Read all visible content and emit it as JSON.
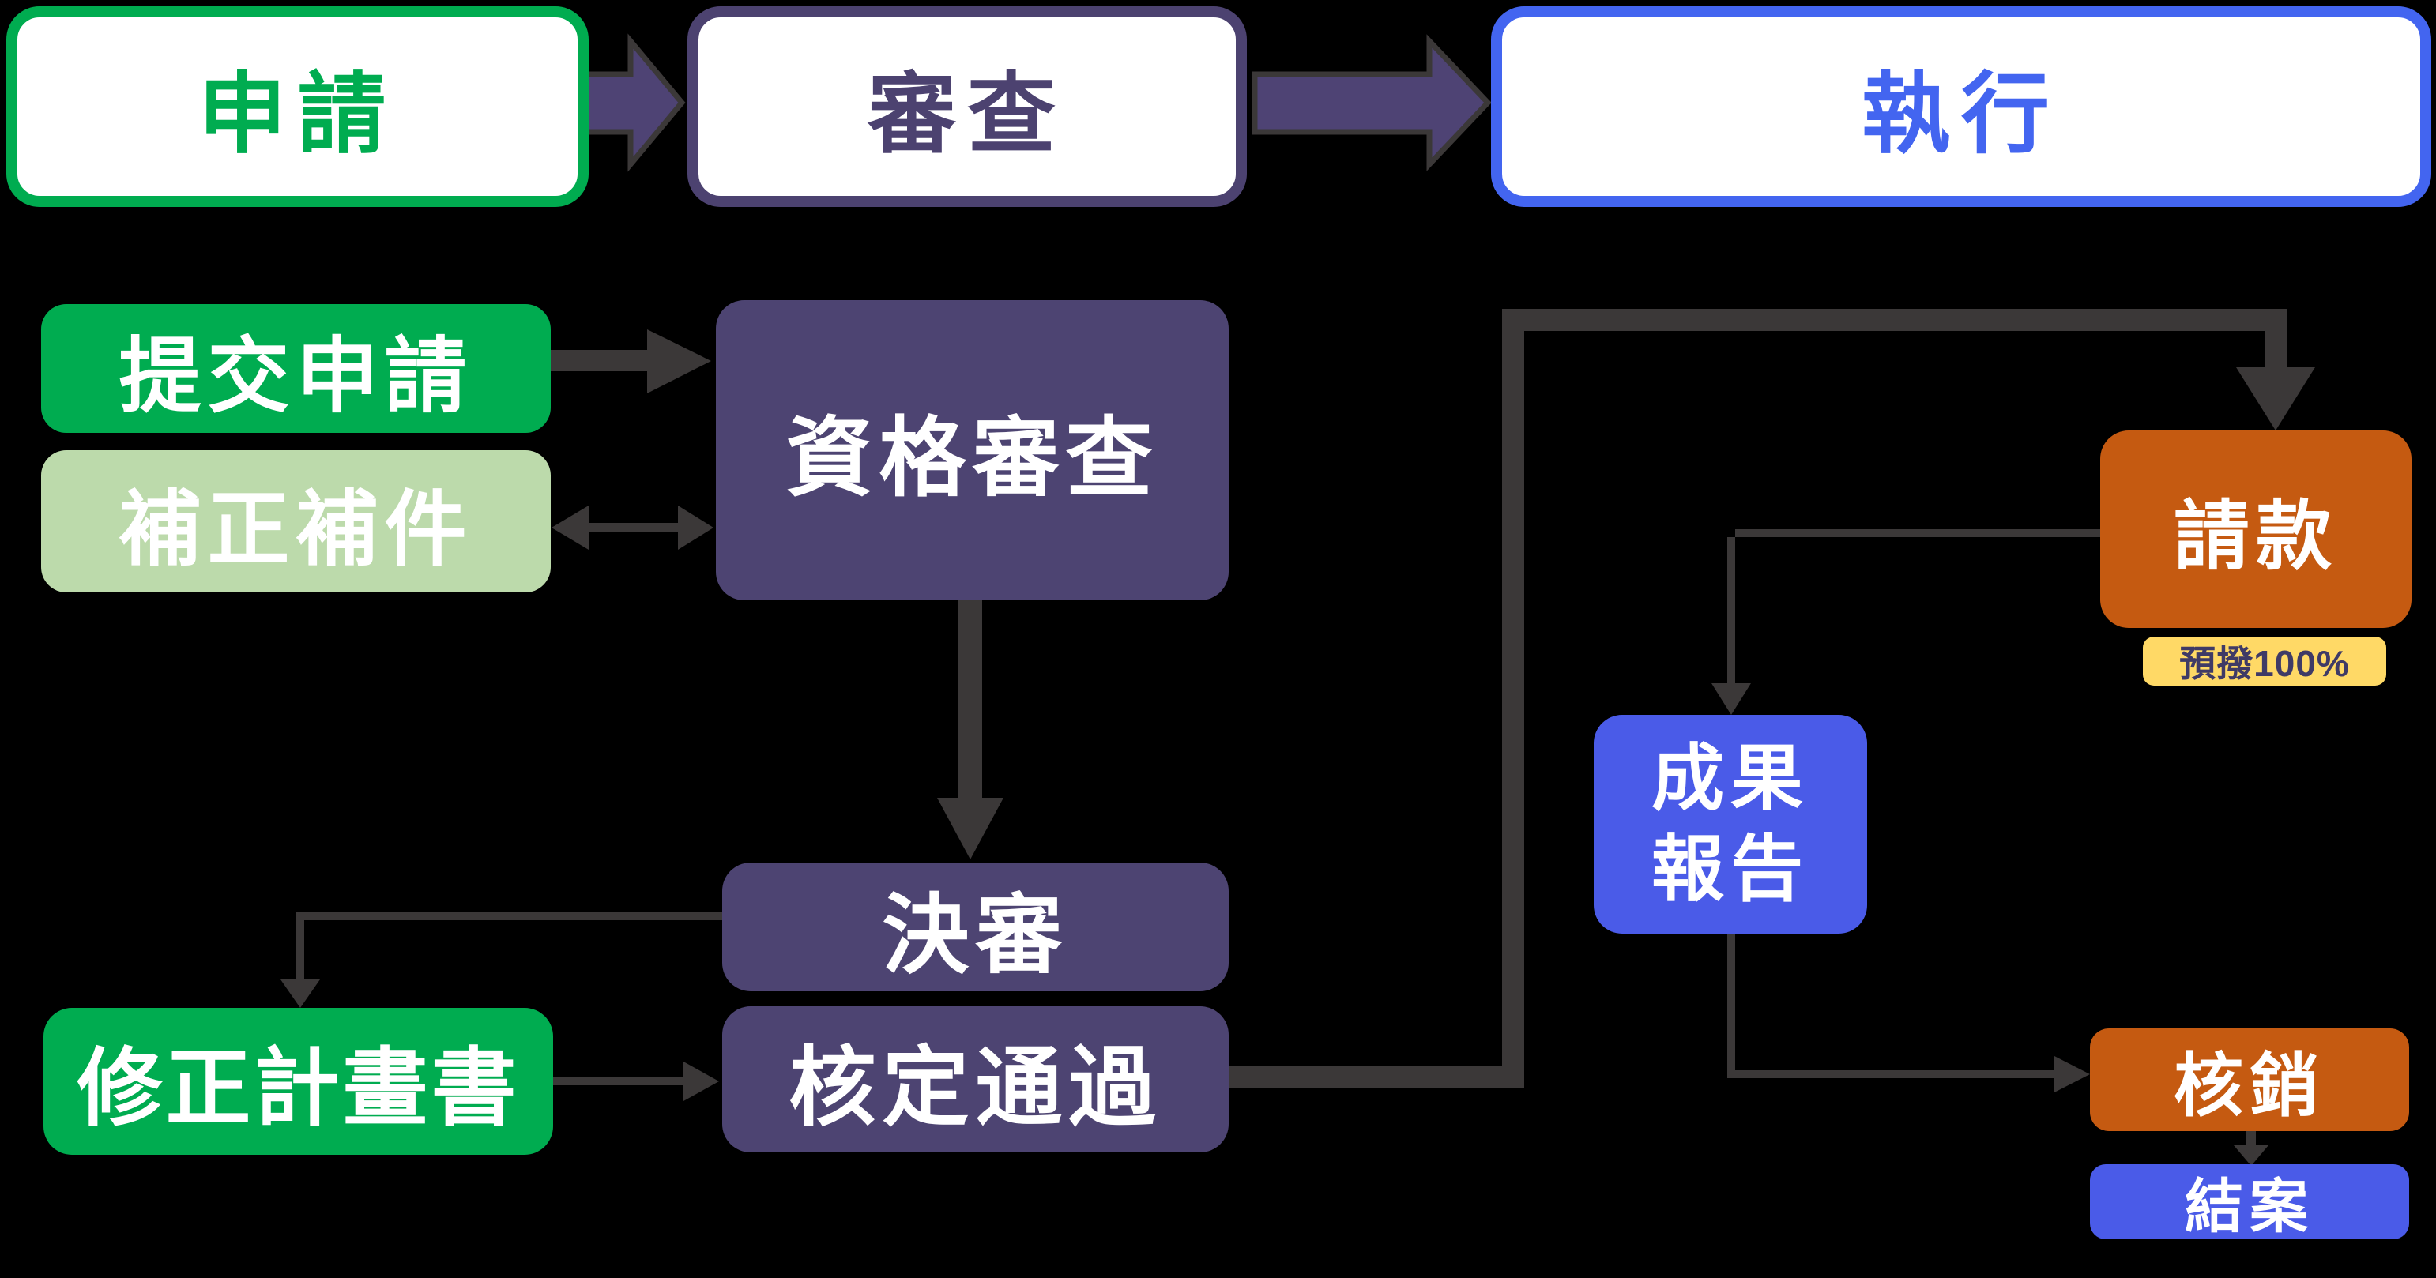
{
  "diagram": {
    "background": "#000000",
    "colors": {
      "green": "#00AC50",
      "light_green": "#BCDAAB",
      "purple": "#4D4472",
      "purple_arrow_fill": "#4E4374",
      "blue_header": "#4365F0",
      "blue_box": "#4A5BE8",
      "orange": "#C55A11",
      "yellow": "#FFD966",
      "yellow_label_text": "#3F3A66",
      "connector_dark": "#3B3838",
      "box_text": "#FFFFFF"
    },
    "headers": {
      "apply": {
        "label": "申請"
      },
      "review": {
        "label": "審查"
      },
      "execute": {
        "label": "執行"
      }
    },
    "boxes": {
      "submit": {
        "label": "提交申請"
      },
      "supplement": {
        "label": "補正補件"
      },
      "qualify": {
        "label": "資格審查"
      },
      "final": {
        "label": "決審"
      },
      "approve": {
        "label": "核定通過"
      },
      "revise": {
        "label": "修正計畫書"
      },
      "payment": {
        "label": "請款"
      },
      "advance": {
        "label": "預撥100%"
      },
      "report": {
        "line1": "成果",
        "line2": "報告"
      },
      "writeoff": {
        "label": "核銷"
      },
      "closing": {
        "label": "結案"
      }
    }
  }
}
